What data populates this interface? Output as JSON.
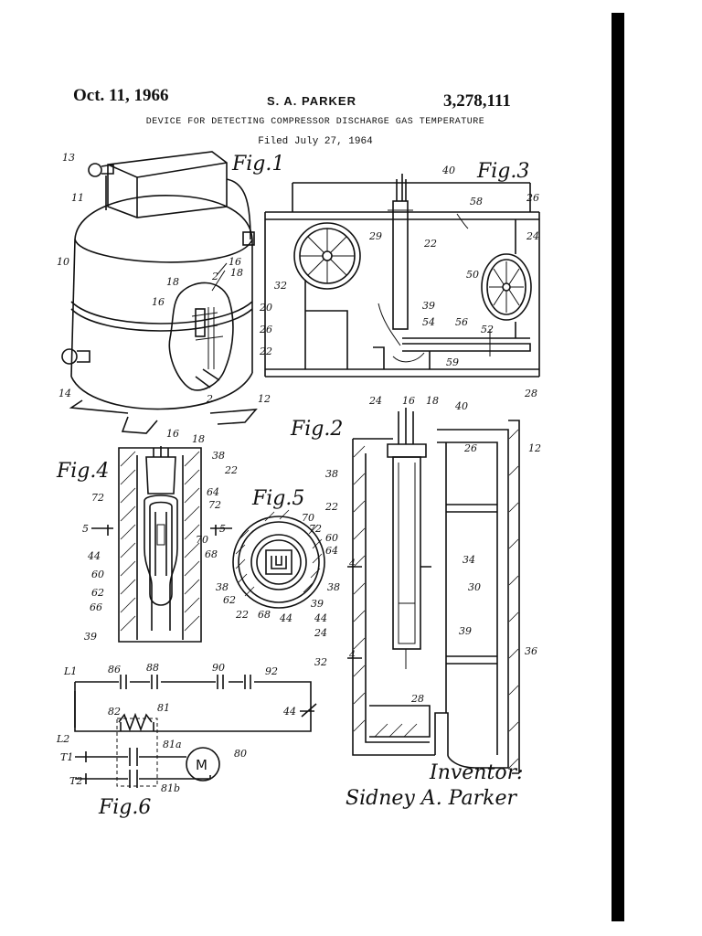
{
  "header": {
    "date": "Oct. 11, 1966",
    "inventor": "S. A. PARKER",
    "patent_number": "3,278,111",
    "title": "DEVICE FOR DETECTING COMPRESSOR DISCHARGE GAS TEMPERATURE",
    "filed": "Filed July 27, 1964"
  },
  "figures": {
    "fig1": "Fig.1",
    "fig2": "Fig.2",
    "fig3": "Fig.3",
    "fig4": "Fig.4",
    "fig5": "Fig.5",
    "fig6": "Fig.6"
  },
  "refs": {
    "r10": "10",
    "r11": "11",
    "r12": "12",
    "r13": "13",
    "r14": "14",
    "r16": "16",
    "r18": "18",
    "r20": "20",
    "r22": "22",
    "r24": "24",
    "r26": "26",
    "r28": "28",
    "r29": "29",
    "r30": "30",
    "r32": "32",
    "r34": "34",
    "r36": "36",
    "r38": "38",
    "r39": "39",
    "r40": "40",
    "r44": "44",
    "r50": "50",
    "r52": "52",
    "r54": "54",
    "r56": "56",
    "r58": "58",
    "r59": "59",
    "r60": "60",
    "r62": "62",
    "r64": "64",
    "r66": "66",
    "r68": "68",
    "r70": "70",
    "r72": "72",
    "r80": "80",
    "r81": "81",
    "r81a": "81a",
    "r81b": "81b",
    "r82": "82",
    "r86": "86",
    "r88": "88",
    "r90": "90",
    "r92": "92",
    "s2": "2",
    "s4": "4",
    "s5": "5",
    "L1": "L1",
    "L2": "L2",
    "T1": "T1",
    "T2": "T2",
    "M": "M"
  },
  "signature": {
    "heading": "Inventor:",
    "name": "Sidney A. Parker"
  }
}
